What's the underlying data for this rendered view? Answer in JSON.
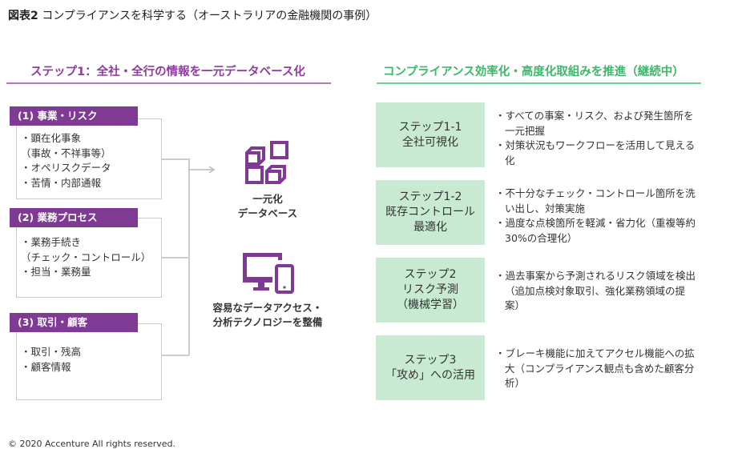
{
  "title": {
    "prefix": "図表2",
    "text": "コンプライアンスを科学する（オーストラリアの金融機関の事例）"
  },
  "left": {
    "heading": "ステップ1：全社・全行の情報を一元データベース化",
    "boxes": [
      {
        "header": "(1) 事業・リスク",
        "items": [
          "・顕在化事象",
          "（事故・不祥事等）",
          "・オペリスクデータ",
          "・苦情・内部通報"
        ]
      },
      {
        "header": "(2) 業務プロセス",
        "items": [
          "・業務手続き",
          "（チェック・コントロール）",
          "・担当・業務量"
        ]
      },
      {
        "header": "(3) 取引・顧客",
        "items": [
          "・取引・残高",
          "・顧客情報"
        ]
      }
    ],
    "database": {
      "icon": "database-blocks-icon",
      "lines": [
        "一元化",
        "データベース"
      ]
    },
    "tech": {
      "icon": "monitor-tablet-icon",
      "lines": [
        "容易なデータアクセス・",
        "分析テクノロジーを整備"
      ]
    }
  },
  "right": {
    "heading": "コンプライアンス効率化・高度化取組みを推進（継続中）",
    "steps": [
      {
        "label": [
          "ステップ1-1",
          "全社可視化"
        ],
        "desc": [
          "・すべての事案・リスク、および発生箇所を一元把握",
          "・対策状況もワークフローを活用して見える化"
        ]
      },
      {
        "label": [
          "ステップ1-2",
          "既存コントロール",
          "最適化"
        ],
        "desc": [
          "・不十分なチェック・コントロール箇所を洗い出し、対策実施",
          "・過度な点検箇所を軽減・省力化（重複等約30%の合理化）"
        ]
      },
      {
        "label": [
          "ステップ2",
          "リスク予測",
          "（機械学習）"
        ],
        "desc": [
          "・過去事案から予測されるリスク領域を検出（追加点検対象取引、強化業務領域の提案）"
        ]
      },
      {
        "label": [
          "ステップ3",
          "「攻め」への活用"
        ],
        "desc": [
          "・ブレーキ機能に加えてアクセル機能への拡大（コンプライアンス観点も含めた顧客分析）"
        ]
      }
    ]
  },
  "footer": "© 2020 Accenture All rights reserved.",
  "colors": {
    "purple": "#7f3b93",
    "green": "#3cb86a",
    "greenBox": "#c8ead3"
  }
}
